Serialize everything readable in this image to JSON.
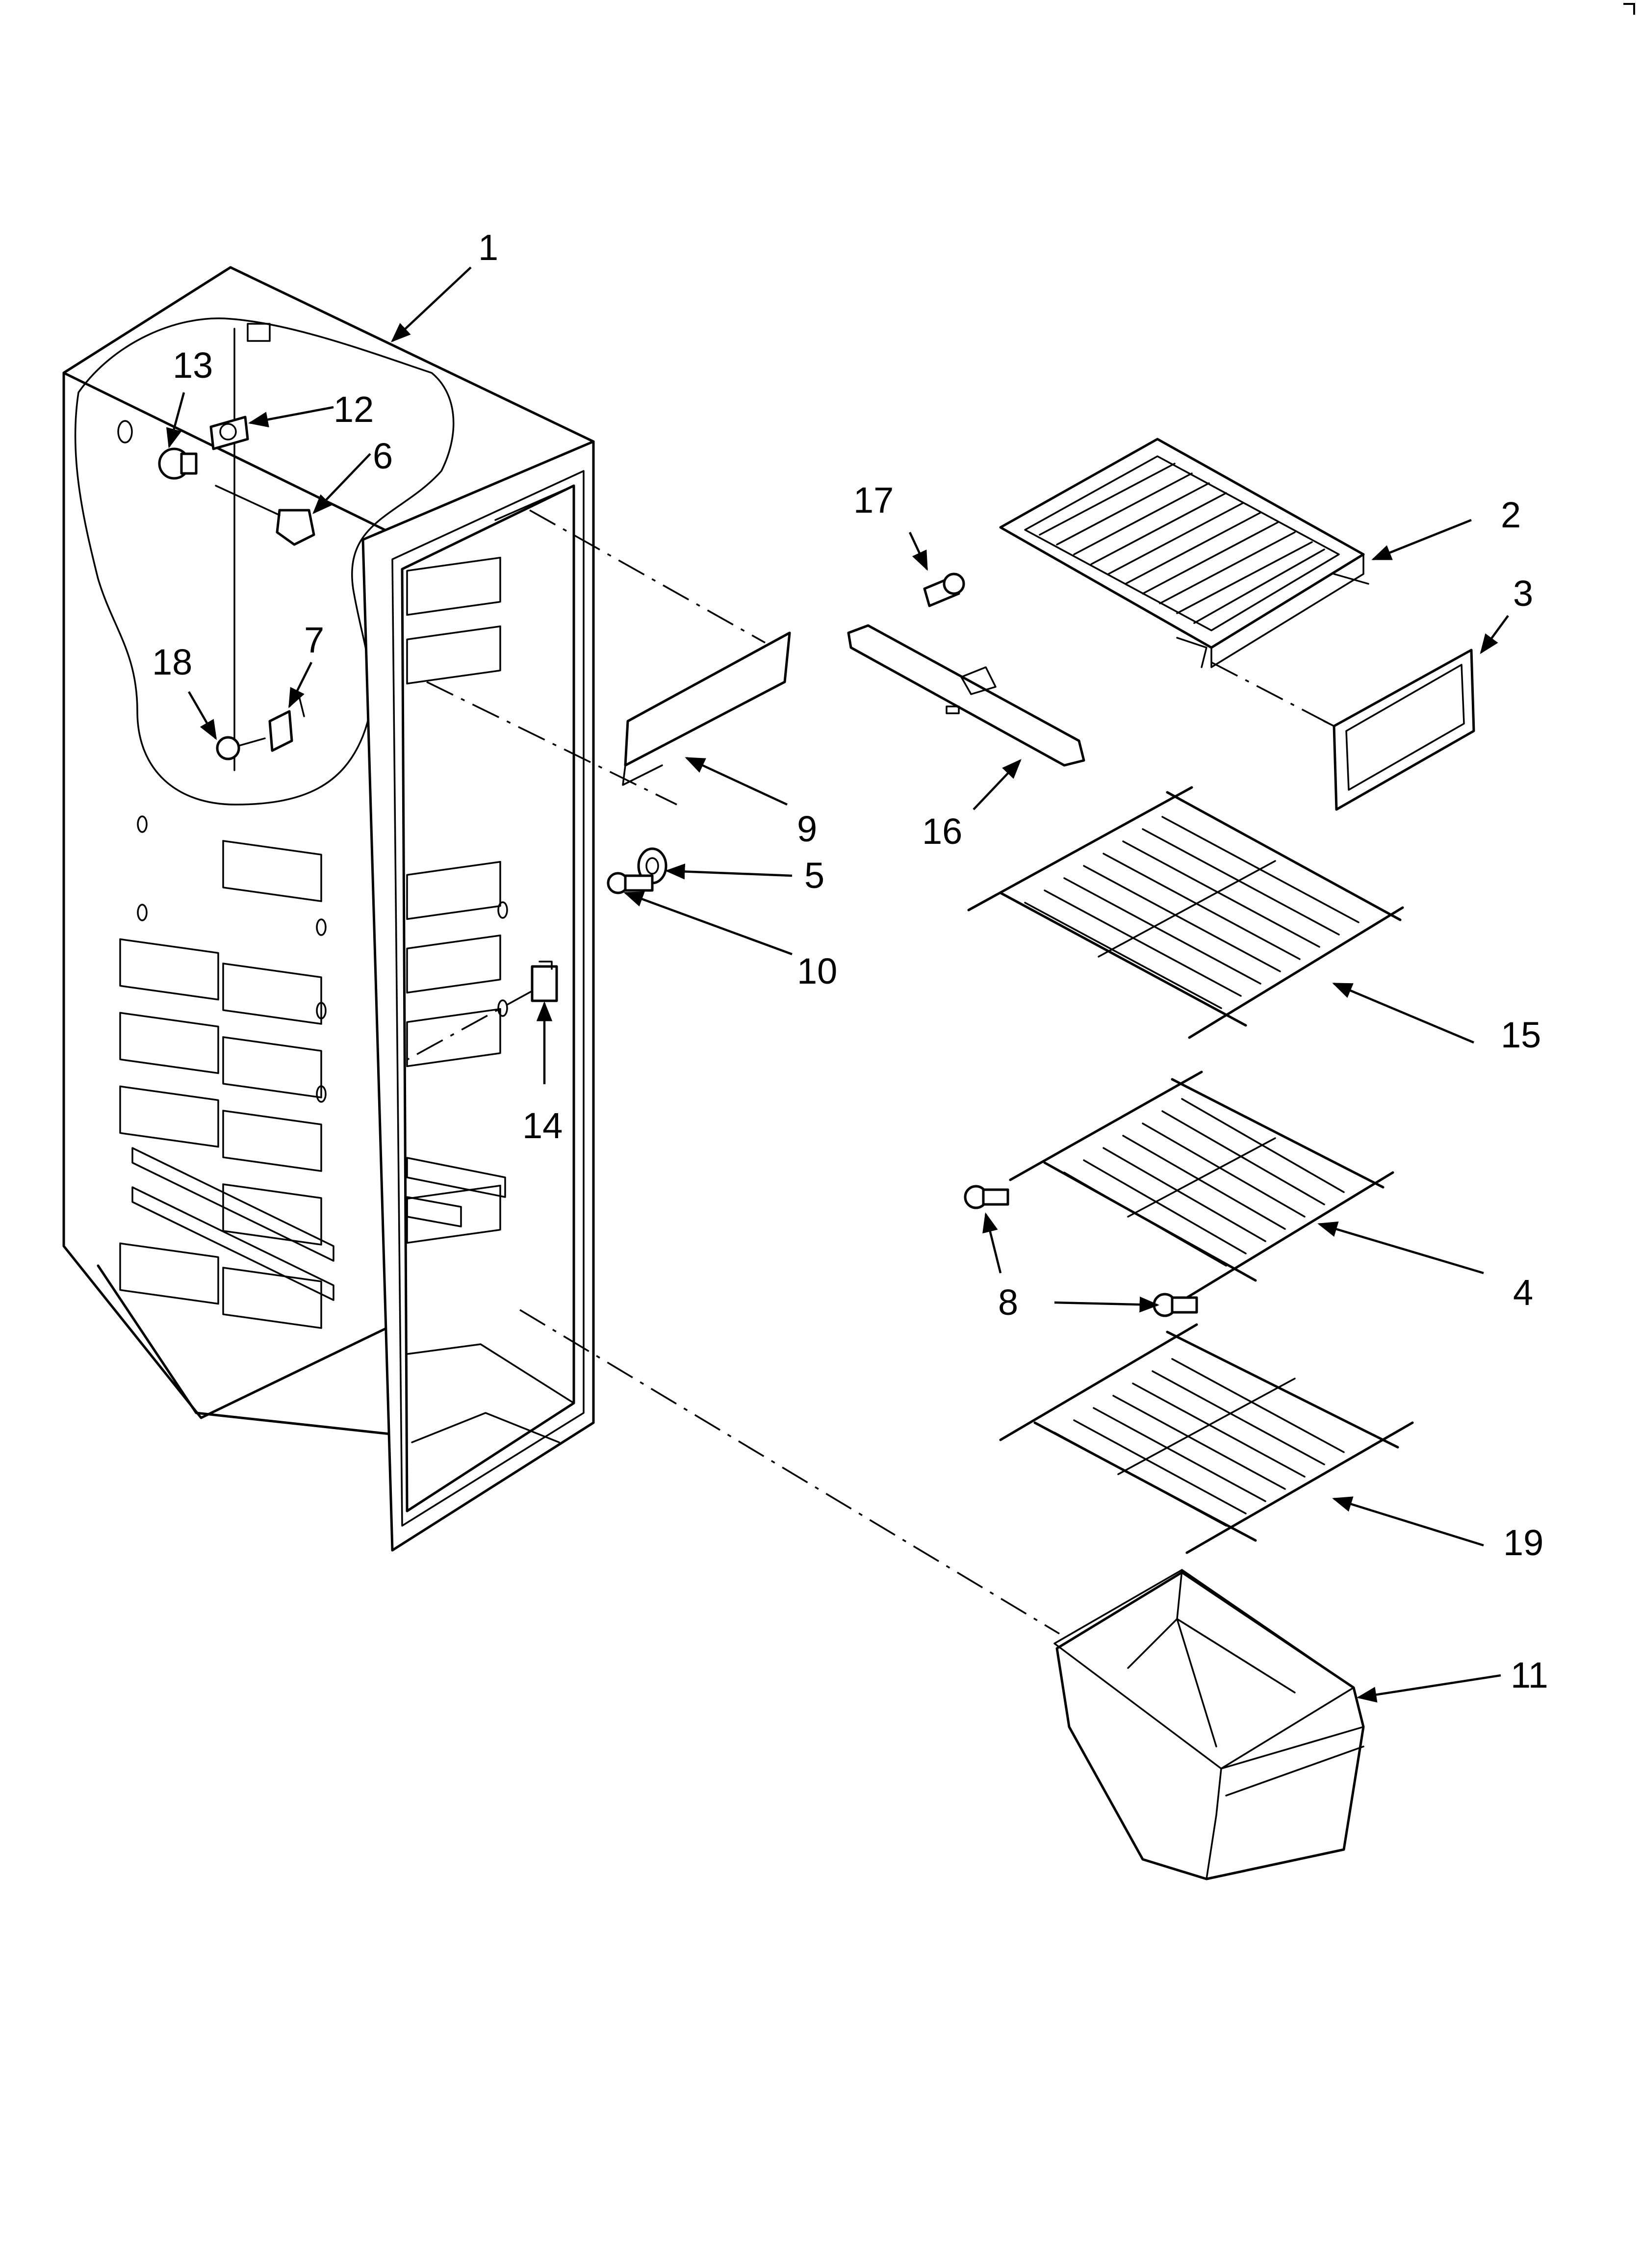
{
  "diagram": {
    "type": "exploded-parts-diagram",
    "callouts": [
      {
        "id": "1",
        "label": "1"
      },
      {
        "id": "2",
        "label": "2"
      },
      {
        "id": "3",
        "label": "3"
      },
      {
        "id": "4",
        "label": "4"
      },
      {
        "id": "5",
        "label": "5"
      },
      {
        "id": "6",
        "label": "6"
      },
      {
        "id": "7",
        "label": "7"
      },
      {
        "id": "8",
        "label": "8"
      },
      {
        "id": "9",
        "label": "9"
      },
      {
        "id": "10",
        "label": "10"
      },
      {
        "id": "11",
        "label": "11"
      },
      {
        "id": "12",
        "label": "12"
      },
      {
        "id": "13",
        "label": "13"
      },
      {
        "id": "14",
        "label": "14"
      },
      {
        "id": "15",
        "label": "15"
      },
      {
        "id": "16",
        "label": "16"
      },
      {
        "id": "17",
        "label": "17"
      },
      {
        "id": "18",
        "label": "18"
      },
      {
        "id": "19",
        "label": "19"
      }
    ]
  }
}
